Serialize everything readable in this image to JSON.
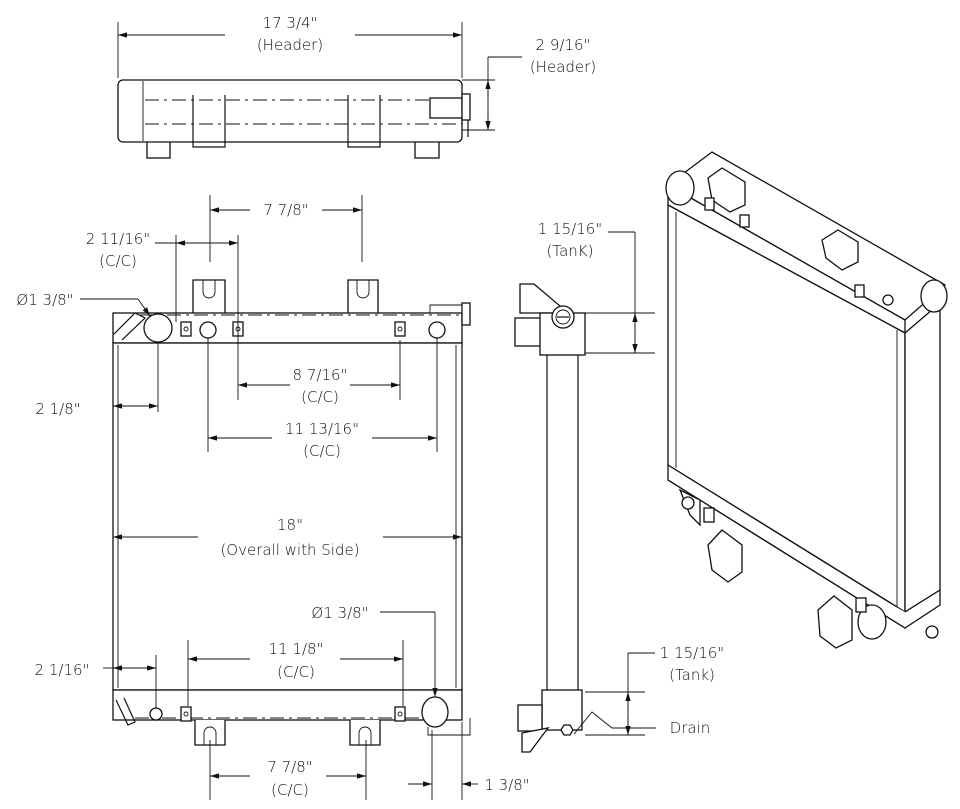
{
  "drawing": {
    "top_view": {
      "width_dim": "17 3/4\"",
      "width_note": "(Header)",
      "height_dim": "2 9/16\"",
      "height_note": "(Header)"
    },
    "front_view": {
      "bracket_spacing_top": "7 7/8\"",
      "hole_spacing_left": "2 11/16\"",
      "hole_spacing_left_note": "(C/C)",
      "inlet_diameter": "Ø1 3/8\"",
      "inlet_offset": "2 1/8\"",
      "hole_spacing_mid": "8 7/16\"",
      "hole_spacing_mid_note": "(C/C)",
      "hole_spacing_wide": "11 13/16\"",
      "hole_spacing_wide_note": "(C/C)",
      "overall_width": "18\"",
      "overall_width_note": "(Overall with Side)",
      "outlet_diameter": "Ø1 3/8\"",
      "bottom_hole_spacing": "11 1/8\"",
      "bottom_hole_spacing_note": "(C/C)",
      "outlet_offset": "2 1/16\"",
      "bracket_spacing_bottom": "7 7/8\"",
      "bracket_spacing_bottom_note": "(C/C)",
      "outlet_right_offset": "1 3/8\""
    },
    "side_view": {
      "top_tank_dim": "1 15/16\"",
      "top_tank_note": "(TanK)",
      "bottom_tank_dim": "1 15/16\"",
      "bottom_tank_note": "(Tank)",
      "drain_label": "Drain"
    }
  }
}
